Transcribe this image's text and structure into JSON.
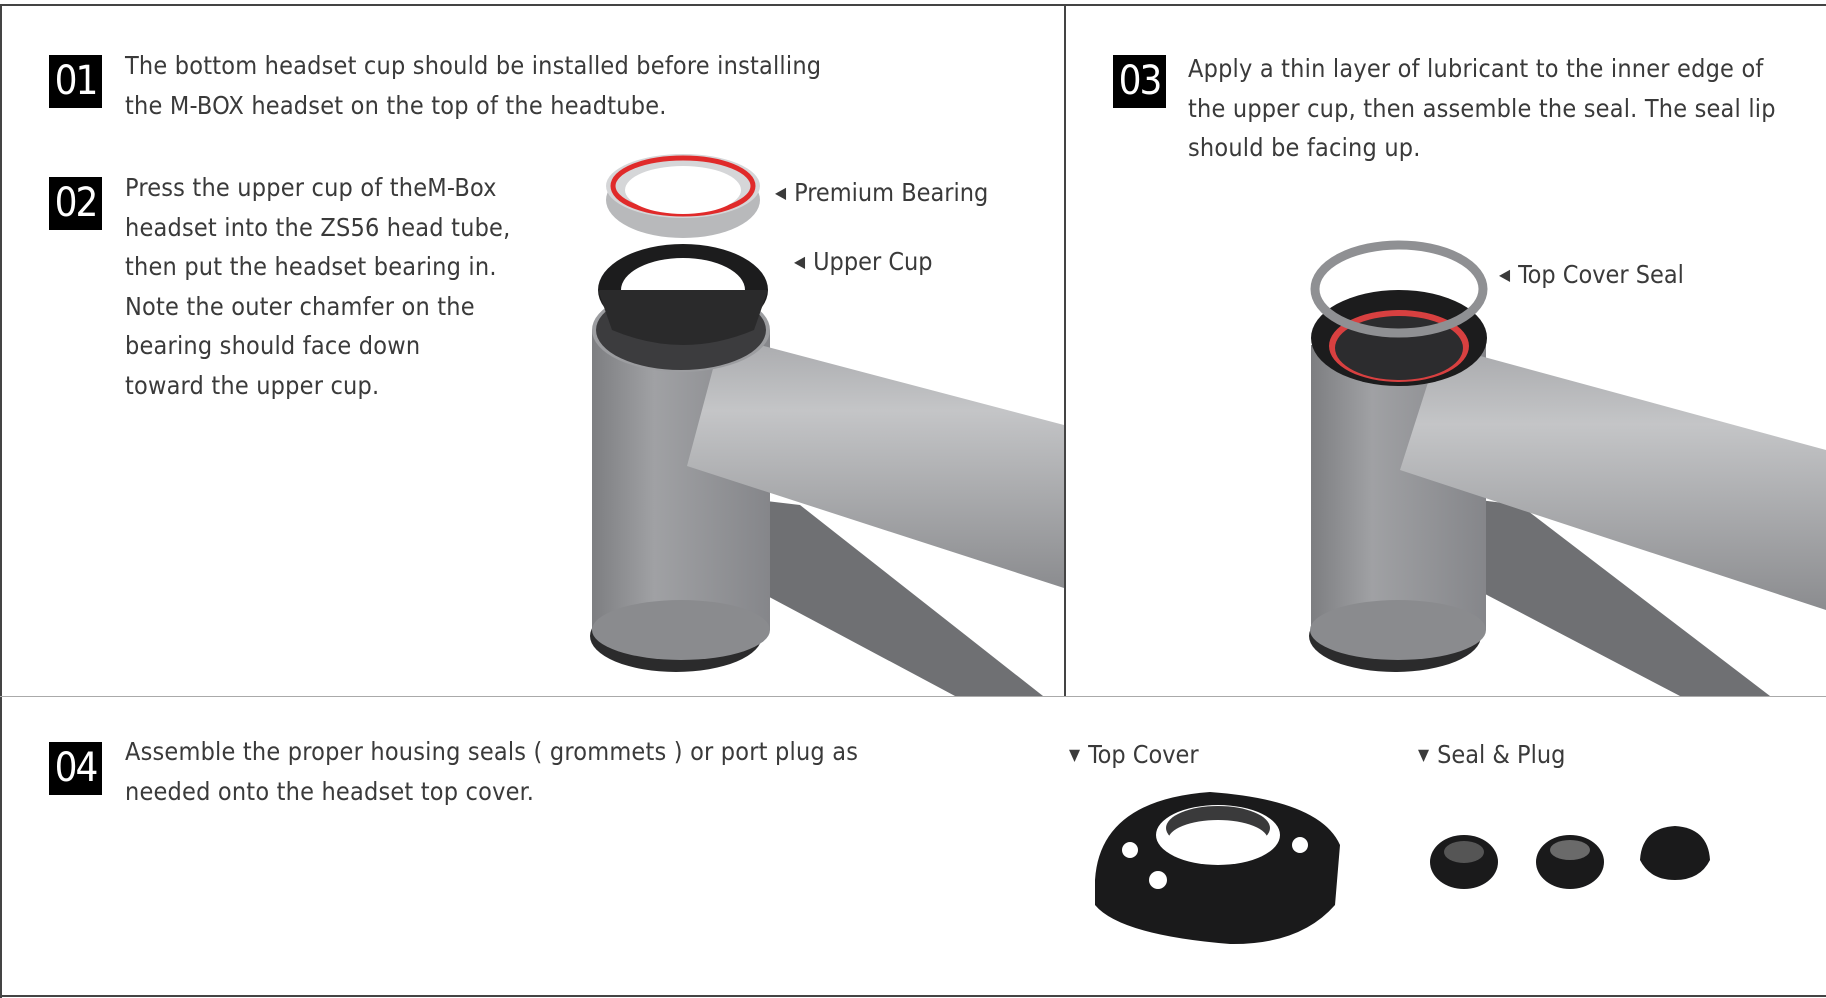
{
  "steps": [
    {
      "number": "01",
      "lines": [
        "The bottom headset cup should be installed before installing",
        "the M-BOX headset on the top of the headtube."
      ]
    },
    {
      "number": "02",
      "lines": [
        "Press the upper cup of theM-Box",
        "headset into the ZS56 head tube,",
        "then put the headset bearing in.",
        "Note the outer chamfer on the",
        "bearing should face down",
        "toward the upper cup."
      ]
    },
    {
      "number": "03",
      "lines": [
        "Apply a thin layer of lubricant to the inner edge of",
        "the upper cup, then assemble the seal. The seal lip",
        "should be facing up."
      ]
    },
    {
      "number": "04",
      "lines": [
        "Assemble the proper housing seals ( grommets ) or port plug as",
        "needed onto the headset top cover."
      ]
    }
  ],
  "labels": {
    "premium_bearing": "Premium Bearing",
    "upper_cup": "Upper Cup",
    "top_cover_seal": "Top Cover Seal",
    "top_cover": "Top Cover",
    "seal_plug": "Seal & Plug"
  },
  "icons": {
    "pointer_left": "◀",
    "pointer_down": "▼"
  },
  "colors": {
    "badge": "#000000",
    "frame_grey": "#8e8f92",
    "bearing_red": "#e02a2a"
  }
}
